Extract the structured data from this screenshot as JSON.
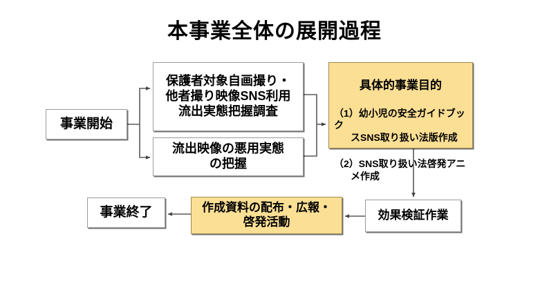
{
  "title": "本事業全体の展開過程",
  "diagram": {
    "type": "flowchart",
    "palette": {
      "highlight_fill": "#FBDF95",
      "highlight_border": "#A08A4E",
      "node_fill": "#FFFFFF",
      "node_border": "#9A9A9A",
      "connector": "#595959",
      "text": "#000000"
    },
    "nodes": [
      {
        "id": "start",
        "name": "project-start",
        "label": "事業開始",
        "highlighted": false
      },
      {
        "id": "survey",
        "name": "guardian-survey",
        "label": "保護者対象自画撮り・\n他者撮り映像SNS利用\n流出実態把握調査",
        "highlighted": false
      },
      {
        "id": "misuse",
        "name": "leaked-video-misuse",
        "label": "流出映像の悪用実態\nの把握",
        "highlighted": false
      },
      {
        "id": "objectives",
        "name": "concrete-objectives",
        "heading": "具体的事業目的",
        "items": [
          {
            "marker": "（1）",
            "line1": "幼小児の安全ガイドブック",
            "line2": "スSNS取り扱い法版作成"
          },
          {
            "marker": "（2）",
            "line1": "SNS取り扱い法啓発アニ",
            "line2": "メ作成"
          }
        ],
        "highlighted": true
      },
      {
        "id": "verify",
        "name": "effect-verification",
        "label": "効果検証作業",
        "highlighted": false
      },
      {
        "id": "distribute",
        "name": "material-distribution",
        "label": "作成資料の配布・広報・\n啓発活動",
        "highlighted": true
      },
      {
        "id": "end",
        "name": "project-end",
        "label": "事業終了",
        "highlighted": false
      }
    ],
    "edges": [
      {
        "from": "start",
        "to": "survey",
        "style": "elbow-arrow"
      },
      {
        "from": "start",
        "to": "misuse",
        "style": "elbow-arrow"
      },
      {
        "from": "survey",
        "to": "objectives",
        "style": "merge-elbow-arrow"
      },
      {
        "from": "misuse",
        "to": "objectives",
        "style": "merge-elbow-arrow"
      },
      {
        "from": "objectives",
        "to": "verify",
        "style": "straight-arrow-down"
      },
      {
        "from": "verify",
        "to": "distribute",
        "style": "straight-arrow-left"
      },
      {
        "from": "distribute",
        "to": "end",
        "style": "straight-arrow-left"
      }
    ]
  }
}
